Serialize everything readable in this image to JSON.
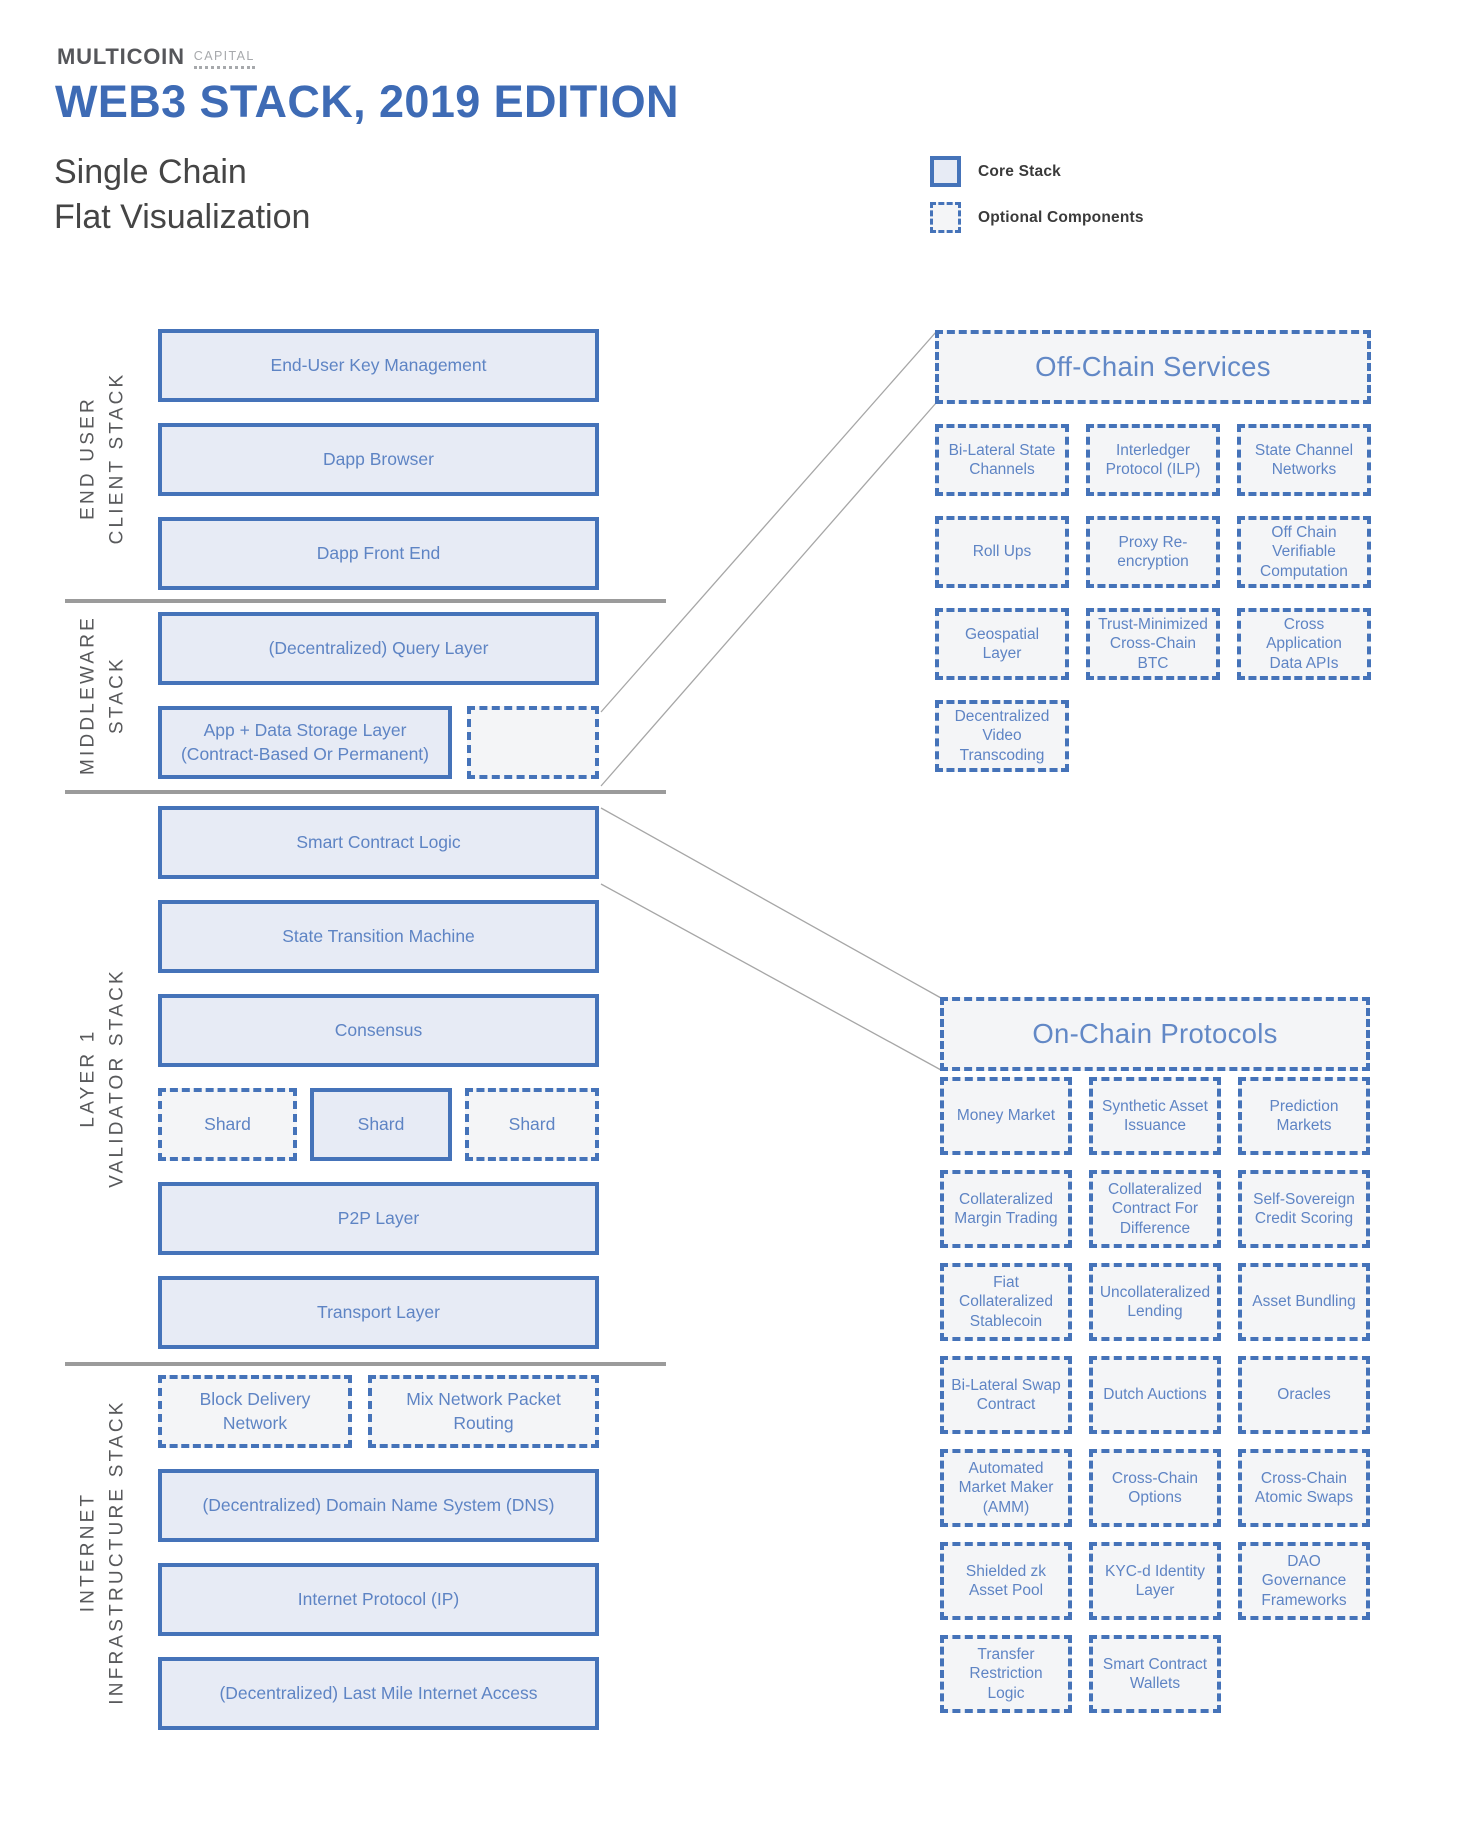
{
  "header": {
    "logo_primary": "MULTICOIN",
    "logo_secondary": "CAPITAL",
    "title": "WEB3 STACK, 2019 EDITION",
    "subtitle": [
      "Single Chain",
      "Flat Visualization"
    ]
  },
  "legend": {
    "core": "Core Stack",
    "optional": "Optional Components"
  },
  "colors": {
    "accent_blue_border": "#4573B9",
    "box_text_blue": "#5E84C4",
    "title_blue": "#3E6BB5",
    "core_fill": "#E7EBF5",
    "optional_fill": "#F4F5F7",
    "divider_gray": "#9B9B9B",
    "connector_gray": "#A6A6A6"
  },
  "left_stacks": [
    {
      "label": [
        "END USER",
        "CLIENT STACK"
      ],
      "rows": [
        [
          {
            "label": "End-User Key Management",
            "type": "core"
          }
        ],
        [
          {
            "label": "Dapp Browser",
            "type": "core"
          }
        ],
        [
          {
            "label": "Dapp Front End",
            "type": "core"
          }
        ]
      ]
    },
    {
      "label": [
        "MIDDLEWARE",
        "STACK"
      ],
      "rows": [
        [
          {
            "label": "(Decentralized) Query Layer",
            "type": "core"
          }
        ],
        [
          {
            "label": "App + Data Storage Layer (Contract-Based Or Permanent)",
            "type": "core"
          },
          {
            "label": "",
            "type": "optional"
          }
        ]
      ]
    },
    {
      "label": [
        "LAYER 1",
        "VALIDATOR STACK"
      ],
      "rows": [
        [
          {
            "label": "Smart Contract Logic",
            "type": "core"
          }
        ],
        [
          {
            "label": "State Transition Machine",
            "type": "core"
          }
        ],
        [
          {
            "label": "Consensus",
            "type": "core"
          }
        ],
        [
          {
            "label": "Shard",
            "type": "optional"
          },
          {
            "label": "Shard",
            "type": "core"
          },
          {
            "label": "Shard",
            "type": "optional"
          }
        ],
        [
          {
            "label": "P2P Layer",
            "type": "core"
          }
        ],
        [
          {
            "label": "Transport Layer",
            "type": "core"
          }
        ]
      ]
    },
    {
      "label": [
        "INTERNET",
        "INFRASTRUCTURE STACK"
      ],
      "rows": [
        [
          {
            "label": "Block Delivery Network",
            "type": "optional"
          },
          {
            "label": "Mix Network Packet Routing",
            "type": "optional"
          }
        ],
        [
          {
            "label": "(Decentralized) Domain Name System (DNS)",
            "type": "core"
          }
        ],
        [
          {
            "label": "Internet Protocol (IP)",
            "type": "core"
          }
        ],
        [
          {
            "label": "(Decentralized) Last Mile Internet Access",
            "type": "core"
          }
        ]
      ]
    }
  ],
  "groups": [
    {
      "title": "Off-Chain Services",
      "items": [
        [
          "Bi-Lateral State Channels",
          "Interledger Protocol (ILP)",
          "State Channel Networks"
        ],
        [
          "Roll Ups",
          "Proxy Re-encryption",
          "Off Chain Verifiable Computation"
        ],
        [
          "Geospatial Layer",
          "Trust-Minimized Cross-Chain BTC",
          "Cross Application Data APIs"
        ],
        [
          "Decentralized Video Transcoding"
        ]
      ]
    },
    {
      "title": "On-Chain Protocols",
      "items": [
        [
          "Money Market",
          "Synthetic Asset Issuance",
          "Prediction Markets"
        ],
        [
          "Collateralized Margin Trading",
          "Collateralized Contract For Difference",
          "Self-Sovereign Credit Scoring"
        ],
        [
          "Fiat Collateralized Stablecoin",
          "Uncollateralized Lending",
          "Asset Bundling"
        ],
        [
          "Bi-Lateral Swap Contract",
          "Dutch Auctions",
          "Oracles"
        ],
        [
          "Automated Market Maker (AMM)",
          "Cross-Chain Options",
          "Cross-Chain Atomic Swaps"
        ],
        [
          "Shielded zk Asset Pool",
          "KYC-d Identity Layer",
          "DAO Governance Frameworks"
        ],
        [
          "Transfer Restriction Logic",
          "Smart Contract Wallets"
        ]
      ]
    }
  ]
}
